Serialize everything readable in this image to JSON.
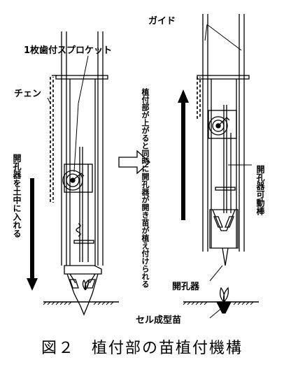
{
  "labels": {
    "guide": "ガイド",
    "sprocket": "1枚歯付スプロケット",
    "chain": "チェン",
    "insert_soil": "開孔器を土中に入れる",
    "rise_planting": "植付部が上がると同時に開孔器が開き苗が植え付けられる",
    "movable_rod": "開孔器可動棒",
    "opener": "開孔器",
    "cell_seedling": "セル成型苗"
  },
  "caption": "図２　植付部の苗植付機構"
}
